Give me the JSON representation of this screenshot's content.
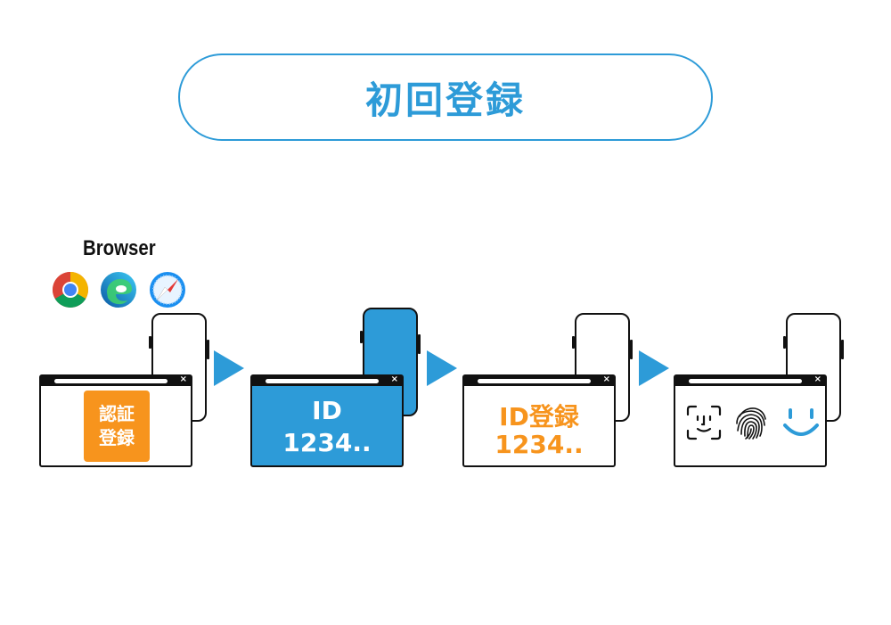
{
  "header": {
    "title": "初回登録"
  },
  "browser": {
    "label": "Browser",
    "icons": [
      "chrome-icon",
      "edge-icon",
      "safari-icon"
    ]
  },
  "steps": [
    {
      "button_line1": "認証",
      "button_line2": "登録"
    },
    {
      "line1": "ID",
      "line2": "1234.."
    },
    {
      "line1": "ID登録",
      "line2": "1234.."
    },
    {
      "icons": [
        "face-id-icon",
        "fingerprint-icon",
        "smile-icon"
      ]
    }
  ],
  "colors": {
    "accent": "#2d9bd8",
    "orange": "#f7941d",
    "ink": "#111111"
  }
}
